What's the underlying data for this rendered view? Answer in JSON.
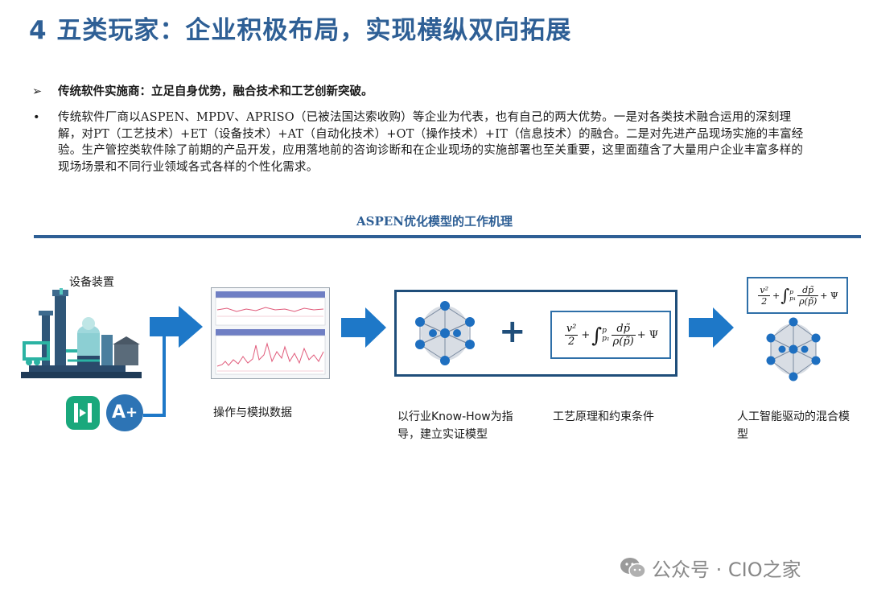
{
  "title": "4 五类玩家：企业积极布局，实现横纵双向拓展",
  "bullets": {
    "arrow_symbol": "➢",
    "dot_symbol": "•",
    "heading": "传统软件实施商：立足自身优势，融合技术和工艺创新突破。",
    "paragraph": "传统软件厂商以ASPEN、MPDV、APRISO（已被法国达索收购）等企业为代表，也有自己的两大优势。一是对各类技术融合运用的深刻理解，对PT（工艺技术）+ET（设备技术）+AT（自动化技术）+OT（操作技术）+IT（信息技术）的融合。二是对先进产品现场实施的丰富经验。生产管控类软件除了前期的产品开发，应用落地前的咨询诊断和在企业现场的实施部署也至关重要，这里面蕴含了大量用户企业丰富多样的现场场景和不同行业领域各式各样的个性化需求。"
  },
  "diagram": {
    "title": "ASPEN优化模型的工作机理",
    "equipment_label": "设备装置",
    "logo_a_text": "A",
    "logo_a_plus": "+",
    "ops_label": "操作与模拟数据",
    "knowhow_label": "以行业Know-How为指导，建立实证模型",
    "principles_label": "工艺原理和约束条件",
    "ai_label": "人工智能驱动的混合模型",
    "plus_sign": "+",
    "formula": {
      "v2": "v²",
      "two": "2",
      "plus": "+",
      "integral": "∫",
      "p1": "p₁",
      "p": "p",
      "dp": "dp̃",
      "rho": "ρ(p̃)",
      "psi": "+ Ψ"
    },
    "colors": {
      "primary": "#2e5f95",
      "arrow": "#1e78c8",
      "box_border": "#1f4e7a",
      "network_blue": "#1e6fc0"
    }
  },
  "watermark": "公众号 · CIO之家"
}
